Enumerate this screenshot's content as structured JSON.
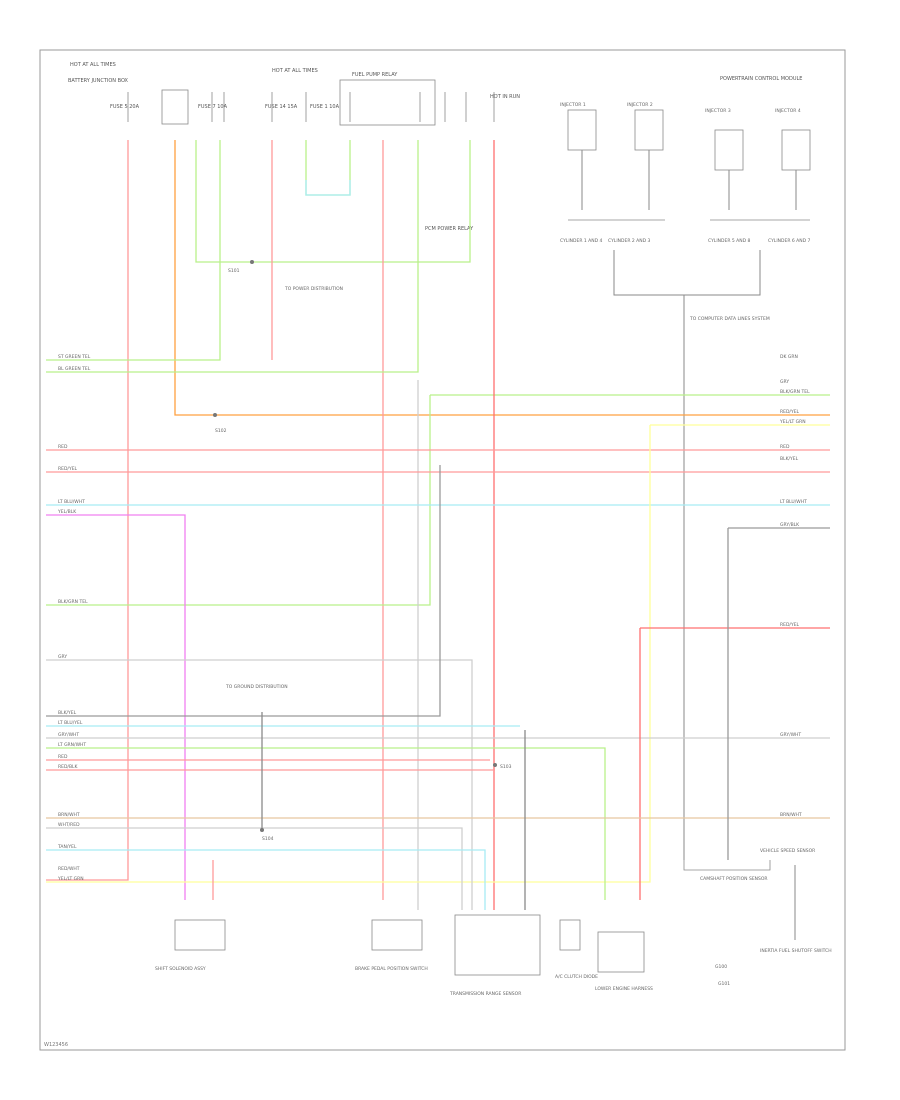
{
  "figure": {
    "id_label": "W123456",
    "grid_left_labels": [
      "ST GREEN TEL",
      "BL GREEN TEL",
      "RED",
      "RED/YEL",
      "LT BLU/WHT",
      "YEL/BLK",
      "BLK/GRN TEL",
      "GRY",
      "BLK/YEL",
      "LT BLU/YEL",
      "GRY/WHT",
      "LT GRN/WHT",
      "RED",
      "RED/BLK",
      "BRN/WHT",
      "WHT/RED",
      "TAN/YEL",
      "RED/WHT",
      "YEL/LT GRN"
    ],
    "grid_right_labels": [
      "DK GRN",
      "GRY",
      "BLK/GRN TEL",
      "RED/YEL",
      "YEL/LT GRN",
      "RED",
      "BLK/YEL",
      "LT BLU/WHT",
      "GRY/BLK",
      "RED/YEL",
      "GRY/WHT",
      "BRN/WHT"
    ]
  },
  "components": {
    "hot_at_all_times_1": "HOT AT ALL TIMES",
    "hot_at_all_times_2": "HOT AT ALL TIMES",
    "hot_in_run": "HOT IN RUN",
    "fuse_left_title": "BATTERY JUNCTION BOX",
    "fuse_a": "FUSE 5 20A",
    "fuse_b": "FUSE 7 10A",
    "fuse_c": "FUSE 14 15A",
    "fuse_d": "FUSE 1 10A",
    "relay_top": "FUEL PUMP RELAY",
    "relay_note": "PCM POWER RELAY",
    "splice_s101": "S101",
    "splice_s102": "S102",
    "splice_s103": "S103",
    "splice_s104": "S104",
    "ground_g100": "G100",
    "ground_g101": "G101",
    "note_connect_1": "TO COMPUTER DATA LINES SYSTEM",
    "note_connect_2": "TO POWER DISTRIBUTION",
    "note_connect_3": "TO GROUND DISTRIBUTION",
    "injector_1": "INJECTOR 1",
    "injector_2": "INJECTOR 2",
    "injector_3": "INJECTOR 3",
    "injector_4": "INJECTOR 4",
    "inj_group_1": "CYLINDER 1 AND 4",
    "inj_group_2": "CYLINDER 2 AND 3",
    "inj_group_3": "CYLINDER 5 AND 8",
    "inj_group_4": "CYLINDER 6 AND 7",
    "bottom_1": "SHIFT SOLENOID ASSY",
    "bottom_2": "BRAKE PEDAL POSITION SWITCH",
    "bottom_3": "TRANSMISSION RANGE SENSOR",
    "bottom_4": "A/C CLUTCH DIODE",
    "bottom_5": "LOWER ENGINE HARNESS",
    "bottom_6": "CAMSHAFT POSITION SENSOR",
    "bottom_7": "VEHICLE SPEED SENSOR",
    "right_component": "INERTIA FUEL SHUTOFF SWITCH",
    "right_top_title": "POWERTRAIN CONTROL MODULE"
  }
}
